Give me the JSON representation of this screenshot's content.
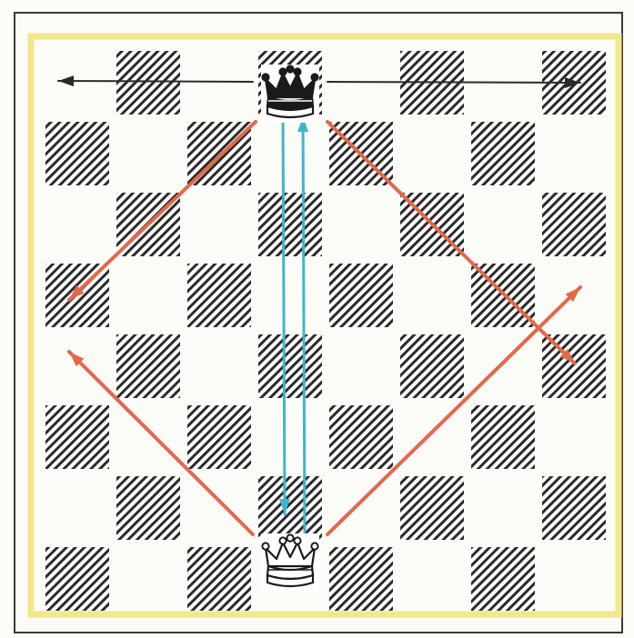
{
  "colors": {
    "paper": "#fbfbf7",
    "outer_border": "#3a3a3a",
    "inner_frame": "#f2e88a",
    "hatch": "#2b2b2b",
    "horizontal_arrow": "#2a2a2a",
    "vertical_arrow": "#3fb6c9",
    "diagonal_arrow": "#e2694a",
    "piece": "#1a1a1a"
  },
  "board": {
    "files": 8,
    "ranks": 8,
    "shading": "hatched",
    "dark_square_parity": "odd"
  },
  "pieces": [
    {
      "name": "queen-black",
      "icon": "queen-icon",
      "color": "black",
      "square": "d8"
    },
    {
      "name": "queen-white",
      "icon": "queen-icon",
      "color": "white",
      "square": "d1"
    }
  ],
  "arrows": [
    {
      "name": "arrow-rank8-left",
      "from": "d8",
      "to": "a8",
      "color": "horizontal_arrow"
    },
    {
      "name": "arrow-rank8-right",
      "from": "d8",
      "to": "h8",
      "color": "horizontal_arrow"
    },
    {
      "name": "arrow-file-down",
      "from": "d8",
      "to": "d2",
      "color": "vertical_arrow"
    },
    {
      "name": "arrow-file-up",
      "from": "d1",
      "to": "d8",
      "color": "vertical_arrow"
    },
    {
      "name": "arrow-diag-upper-left",
      "from": "d8",
      "to": "a5",
      "color": "diagonal_arrow"
    },
    {
      "name": "arrow-diag-upper-right",
      "from": "d8",
      "to": "h4",
      "color": "diagonal_arrow"
    },
    {
      "name": "arrow-diag-lower-left",
      "from": "d1",
      "to": "a4",
      "color": "diagonal_arrow"
    },
    {
      "name": "arrow-diag-lower-right",
      "from": "d1",
      "to": "h5",
      "color": "diagonal_arrow"
    }
  ]
}
